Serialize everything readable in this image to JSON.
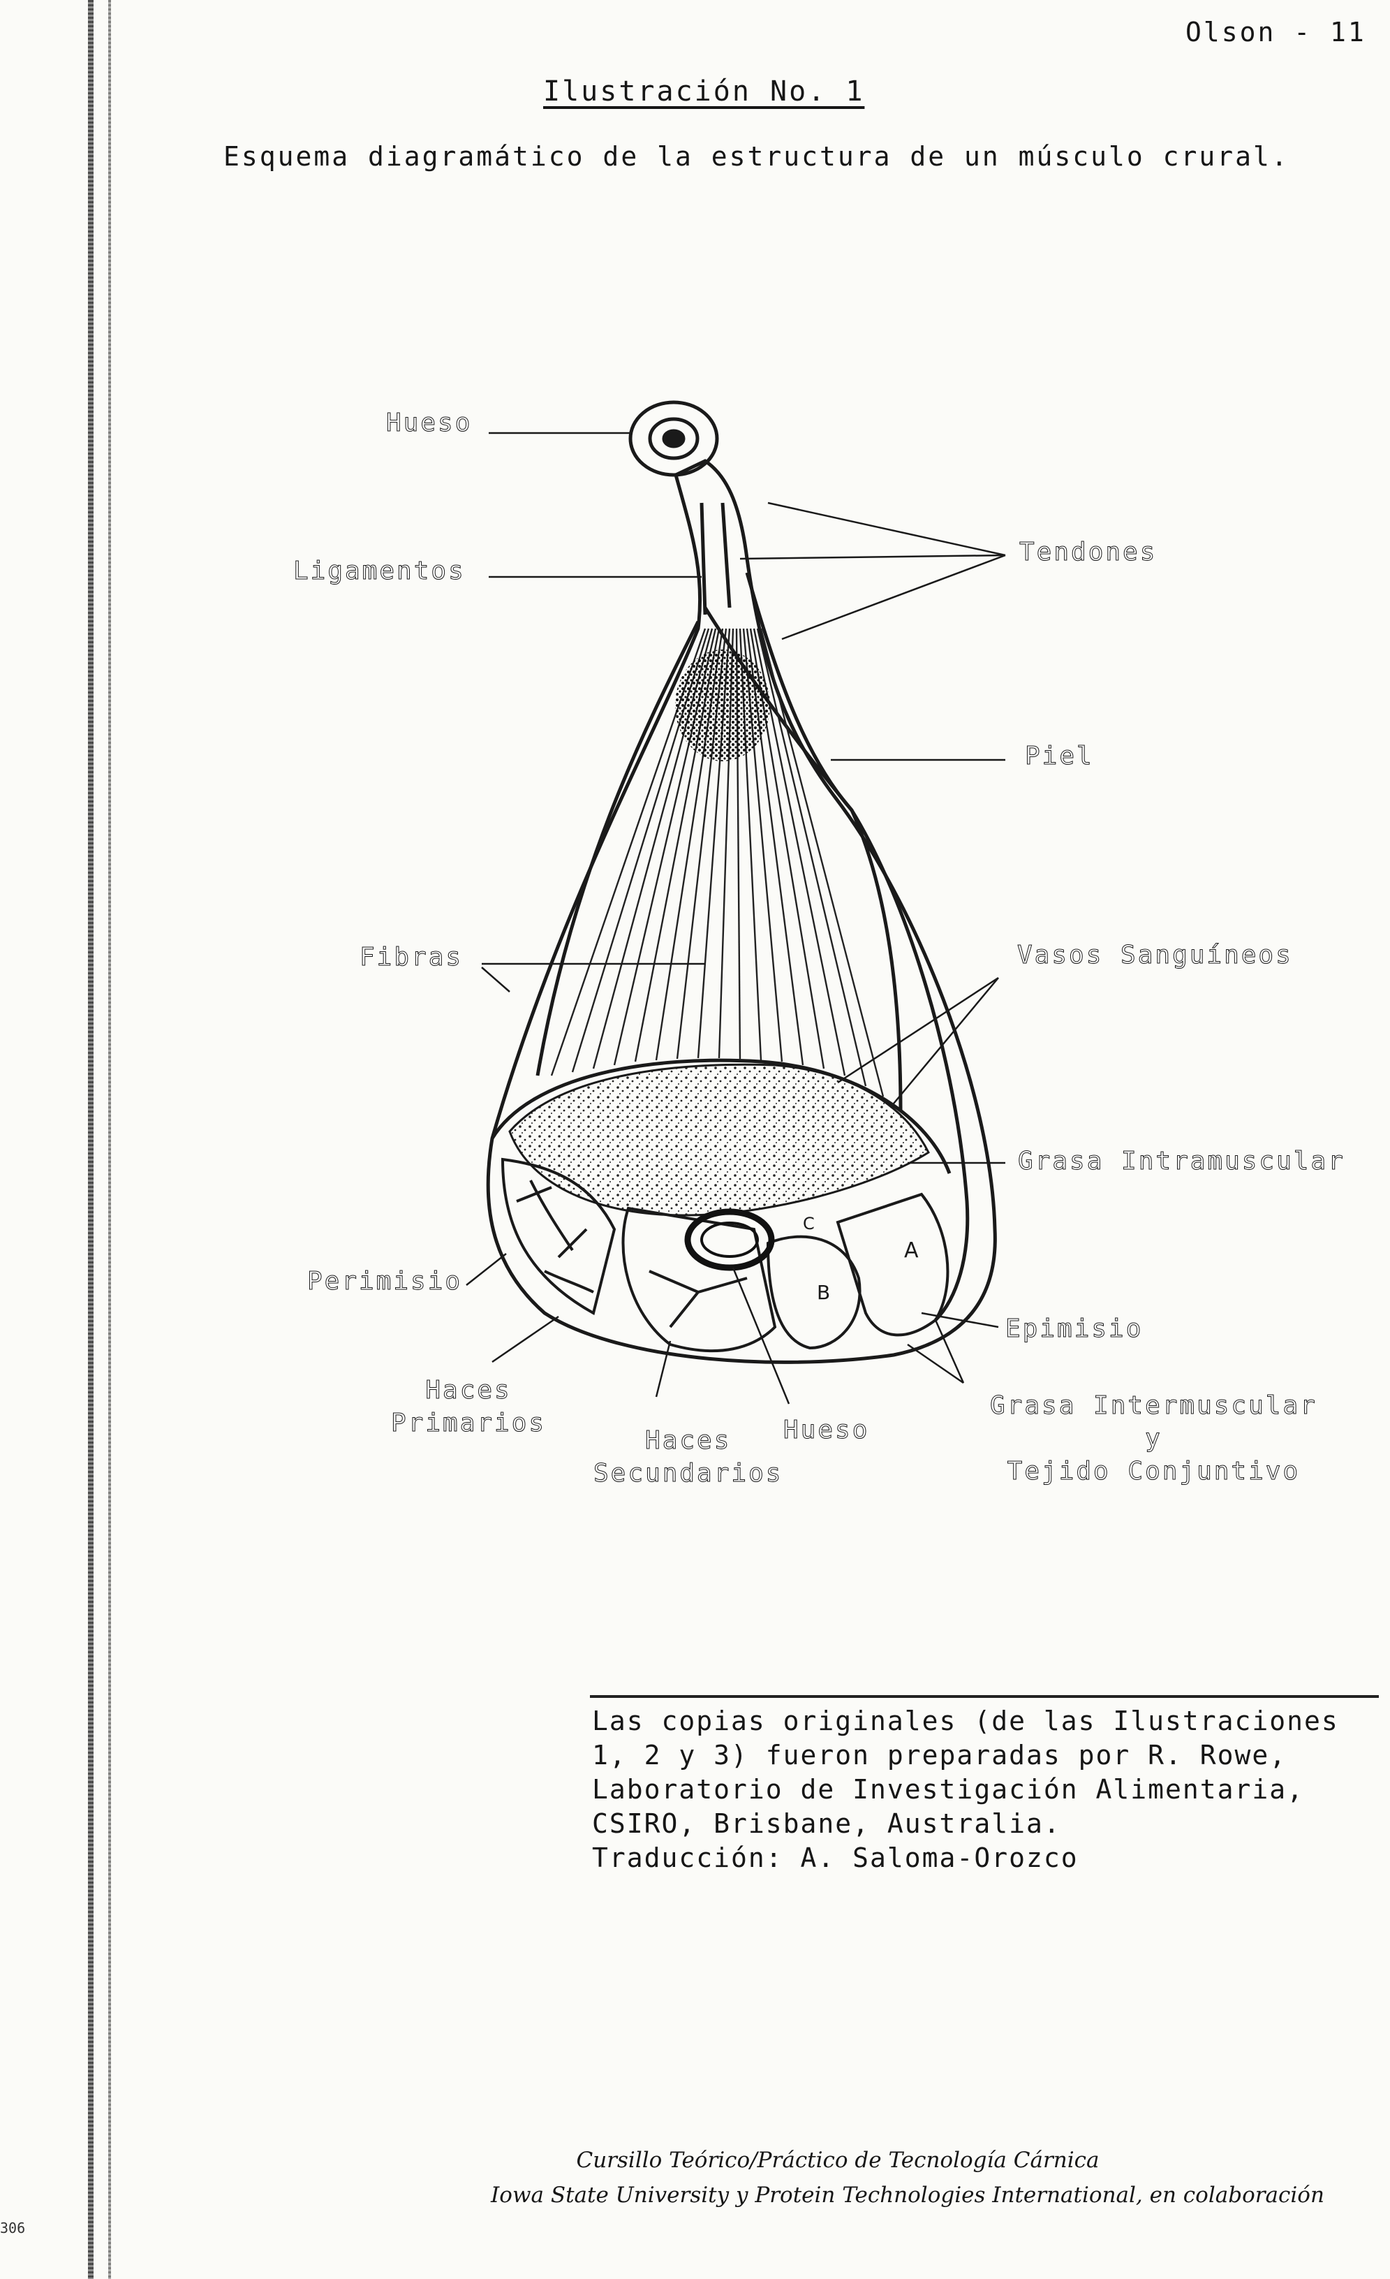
{
  "page": {
    "page_number": "Olson - 11",
    "title": "Ilustración No. 1",
    "subtitle": "Esquema diagramático de la estructura de un músculo crural."
  },
  "labels": {
    "hueso_top": "Hueso",
    "ligamentos": "Ligamentos",
    "tendones": "Tendones",
    "piel": "Piel",
    "fibras": "Fibras",
    "vasos": "Vasos Sanguíneos",
    "grasa_intra": "Grasa Intramuscular",
    "perimisio": "Perimisio",
    "epimisio": "Epimisio",
    "haces_primarios_1": "Haces",
    "haces_primarios_2": "Primarios",
    "haces_secundarios_1": "Haces",
    "haces_secundarios_2": "Secundarios",
    "hueso_bottom": "Hueso",
    "grasa_inter_1": "Grasa Intermuscular",
    "grasa_inter_2": "y",
    "grasa_inter_3": "Tejido Conjuntivo",
    "section_a": "A",
    "section_b": "B",
    "section_c": "C"
  },
  "credit": {
    "line1": "Las copias originales (de las Ilustraciones",
    "line2": "1, 2 y 3) fueron preparadas por R. Rowe,",
    "line3": "Laboratorio de Investigación Alimentaria,",
    "line4": "CSIRO, Brisbane, Australia.",
    "line5": "Traducción: A. Saloma-Orozco"
  },
  "footer": {
    "line1": "Cursillo Teórico/Práctico de Tecnología Cárnica",
    "line2": "Iowa State University y Protein Technologies International, en colaboración"
  },
  "corner_mark": "306"
}
